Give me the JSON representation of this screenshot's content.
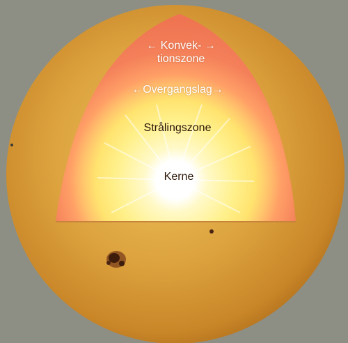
{
  "diagram": {
    "labels": {
      "convection_line1": "← Konvek- →",
      "convection_line2": "tionszone",
      "transition": "←Overgangslag→",
      "radiative": "Strålingszone",
      "core": "Kerne"
    },
    "colors": {
      "background": "#8d8f84",
      "photosphere": "#d69b33",
      "convection_zone": "#f4805a",
      "radiative_zone": "#fff08a",
      "core": "#ffffff",
      "sunspot": "#4a2412"
    }
  }
}
